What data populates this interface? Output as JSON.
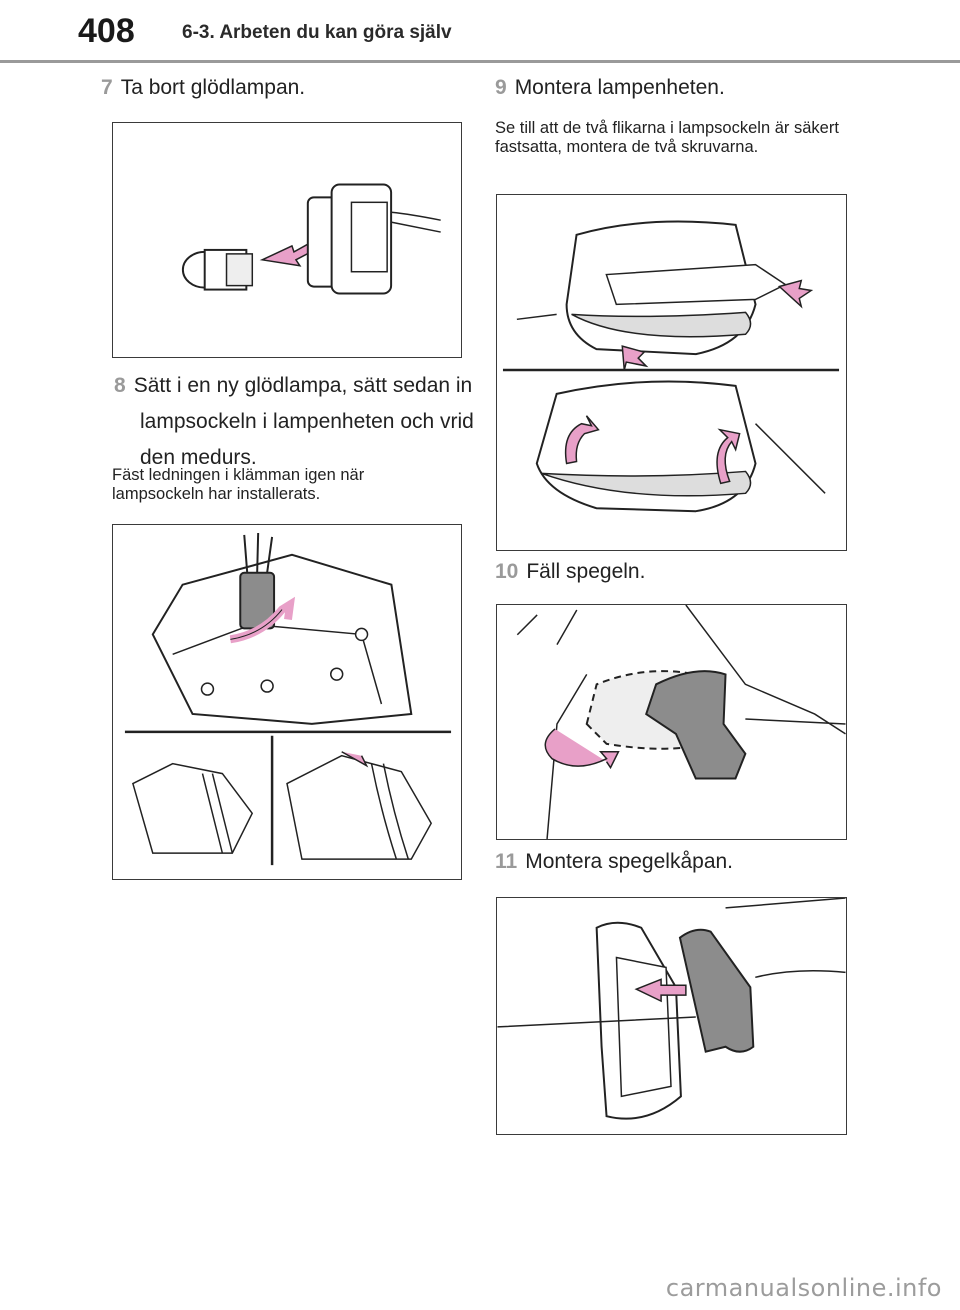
{
  "header": {
    "page_number": "408",
    "section_title": "6-3. Arbeten du kan göra själv"
  },
  "steps": [
    {
      "num": "7",
      "text": "Ta bort glödlampan."
    },
    {
      "num": "8",
      "text": "Sätt i en ny glödlampa, sätt sedan in lampsockeln i lampenheten och vrid den medurs."
    },
    {
      "num": "9",
      "text": "Montera lampenheten."
    },
    {
      "num": "10",
      "text": "Fäll  spegeln."
    },
    {
      "num": "11",
      "text": "Montera spegelkåpan."
    }
  ],
  "notes": {
    "step8": "Fäst ledningen i klämman igen när lampsockeln har installerats.",
    "step9": "Se till att de två flikarna i lampsockeln är säkert fastsatta, montera de två skruvarna."
  },
  "footer": {
    "watermark": "carmanualsonline.info"
  },
  "colors": {
    "arrow_pink": "#e8a0c8",
    "step_number_gray": "#9a9a9a",
    "mirror_gray": "#8c8c8c"
  }
}
